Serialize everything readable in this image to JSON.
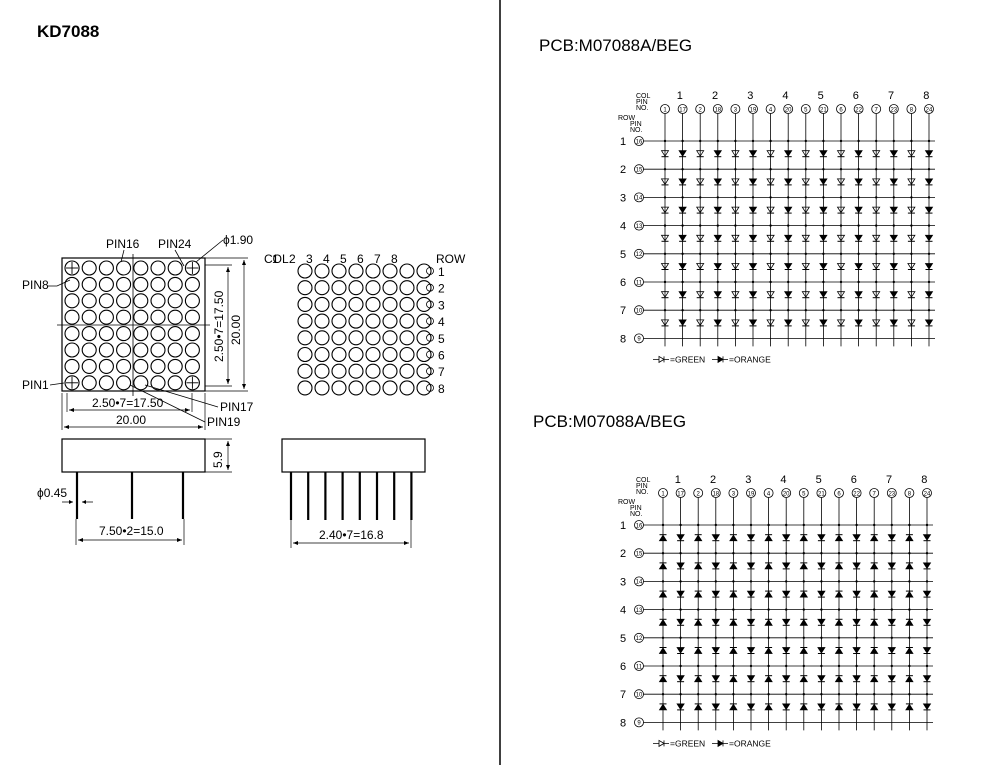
{
  "part_number": "KD7088",
  "front_view": {
    "pin_labels": [
      "PIN16",
      "PIN24",
      "PIN8",
      "PIN1",
      "PIN17",
      "PIN19"
    ],
    "hole_diameter": "ϕ1.90",
    "dim_pitch_h": "2.50•7=17.50",
    "dim_width": "20.00",
    "dim_pitch_v": "2.50•7=17.50",
    "dim_height": "20.00"
  },
  "col_row_view": {
    "col_label": "COL.",
    "row_label": "ROW",
    "col_numbers": [
      "1",
      "2",
      "3",
      "4",
      "5",
      "6",
      "7",
      "8"
    ],
    "row_numbers": [
      "1",
      "2",
      "3",
      "4",
      "5",
      "6",
      "7",
      "8"
    ]
  },
  "side_views": {
    "height": "5.9",
    "pin_diameter": "ϕ0.45",
    "pin_span_left": "7.50•2=15.0",
    "pin_span_right": "2.40•7=16.8"
  },
  "schematics": [
    {
      "title": "PCB:M07088A/BEG",
      "hdr_col": "COL",
      "hdr_pin": "PIN",
      "hdr_no": "NO.",
      "hdr_row": "ROW",
      "hdr_row_pin": "PIN",
      "hdr_row_no": "NO.",
      "col_numbers": [
        "1",
        "2",
        "3",
        "4",
        "5",
        "6",
        "7",
        "8"
      ],
      "col_pins": [
        "1",
        "17",
        "2",
        "18",
        "3",
        "19",
        "4",
        "20",
        "5",
        "21",
        "6",
        "22",
        "7",
        "23",
        "8",
        "24"
      ],
      "row_numbers": [
        "1",
        "2",
        "3",
        "4",
        "5",
        "6",
        "7",
        "8"
      ],
      "row_pins": [
        "16",
        "15",
        "14",
        "13",
        "12",
        "11",
        "10",
        "9"
      ],
      "legend_green": "=GREEN",
      "legend_orange": "=ORANGE"
    },
    {
      "title": "PCB:M07088A/BEG",
      "hdr_col": "COL",
      "hdr_pin": "PIN",
      "hdr_no": "NO.",
      "hdr_row": "ROW",
      "hdr_row_pin": "PIN",
      "hdr_row_no": "NO.",
      "col_numbers": [
        "1",
        "2",
        "3",
        "4",
        "5",
        "6",
        "7",
        "8"
      ],
      "col_pins": [
        "1",
        "17",
        "2",
        "18",
        "3",
        "19",
        "4",
        "20",
        "5",
        "21",
        "6",
        "22",
        "7",
        "23",
        "8",
        "24"
      ],
      "row_numbers": [
        "1",
        "2",
        "3",
        "4",
        "5",
        "6",
        "7",
        "8"
      ],
      "row_pins": [
        "16",
        "15",
        "14",
        "13",
        "12",
        "11",
        "10",
        "9"
      ],
      "legend_green": "=GREEN",
      "legend_orange": "=ORANGE"
    }
  ]
}
